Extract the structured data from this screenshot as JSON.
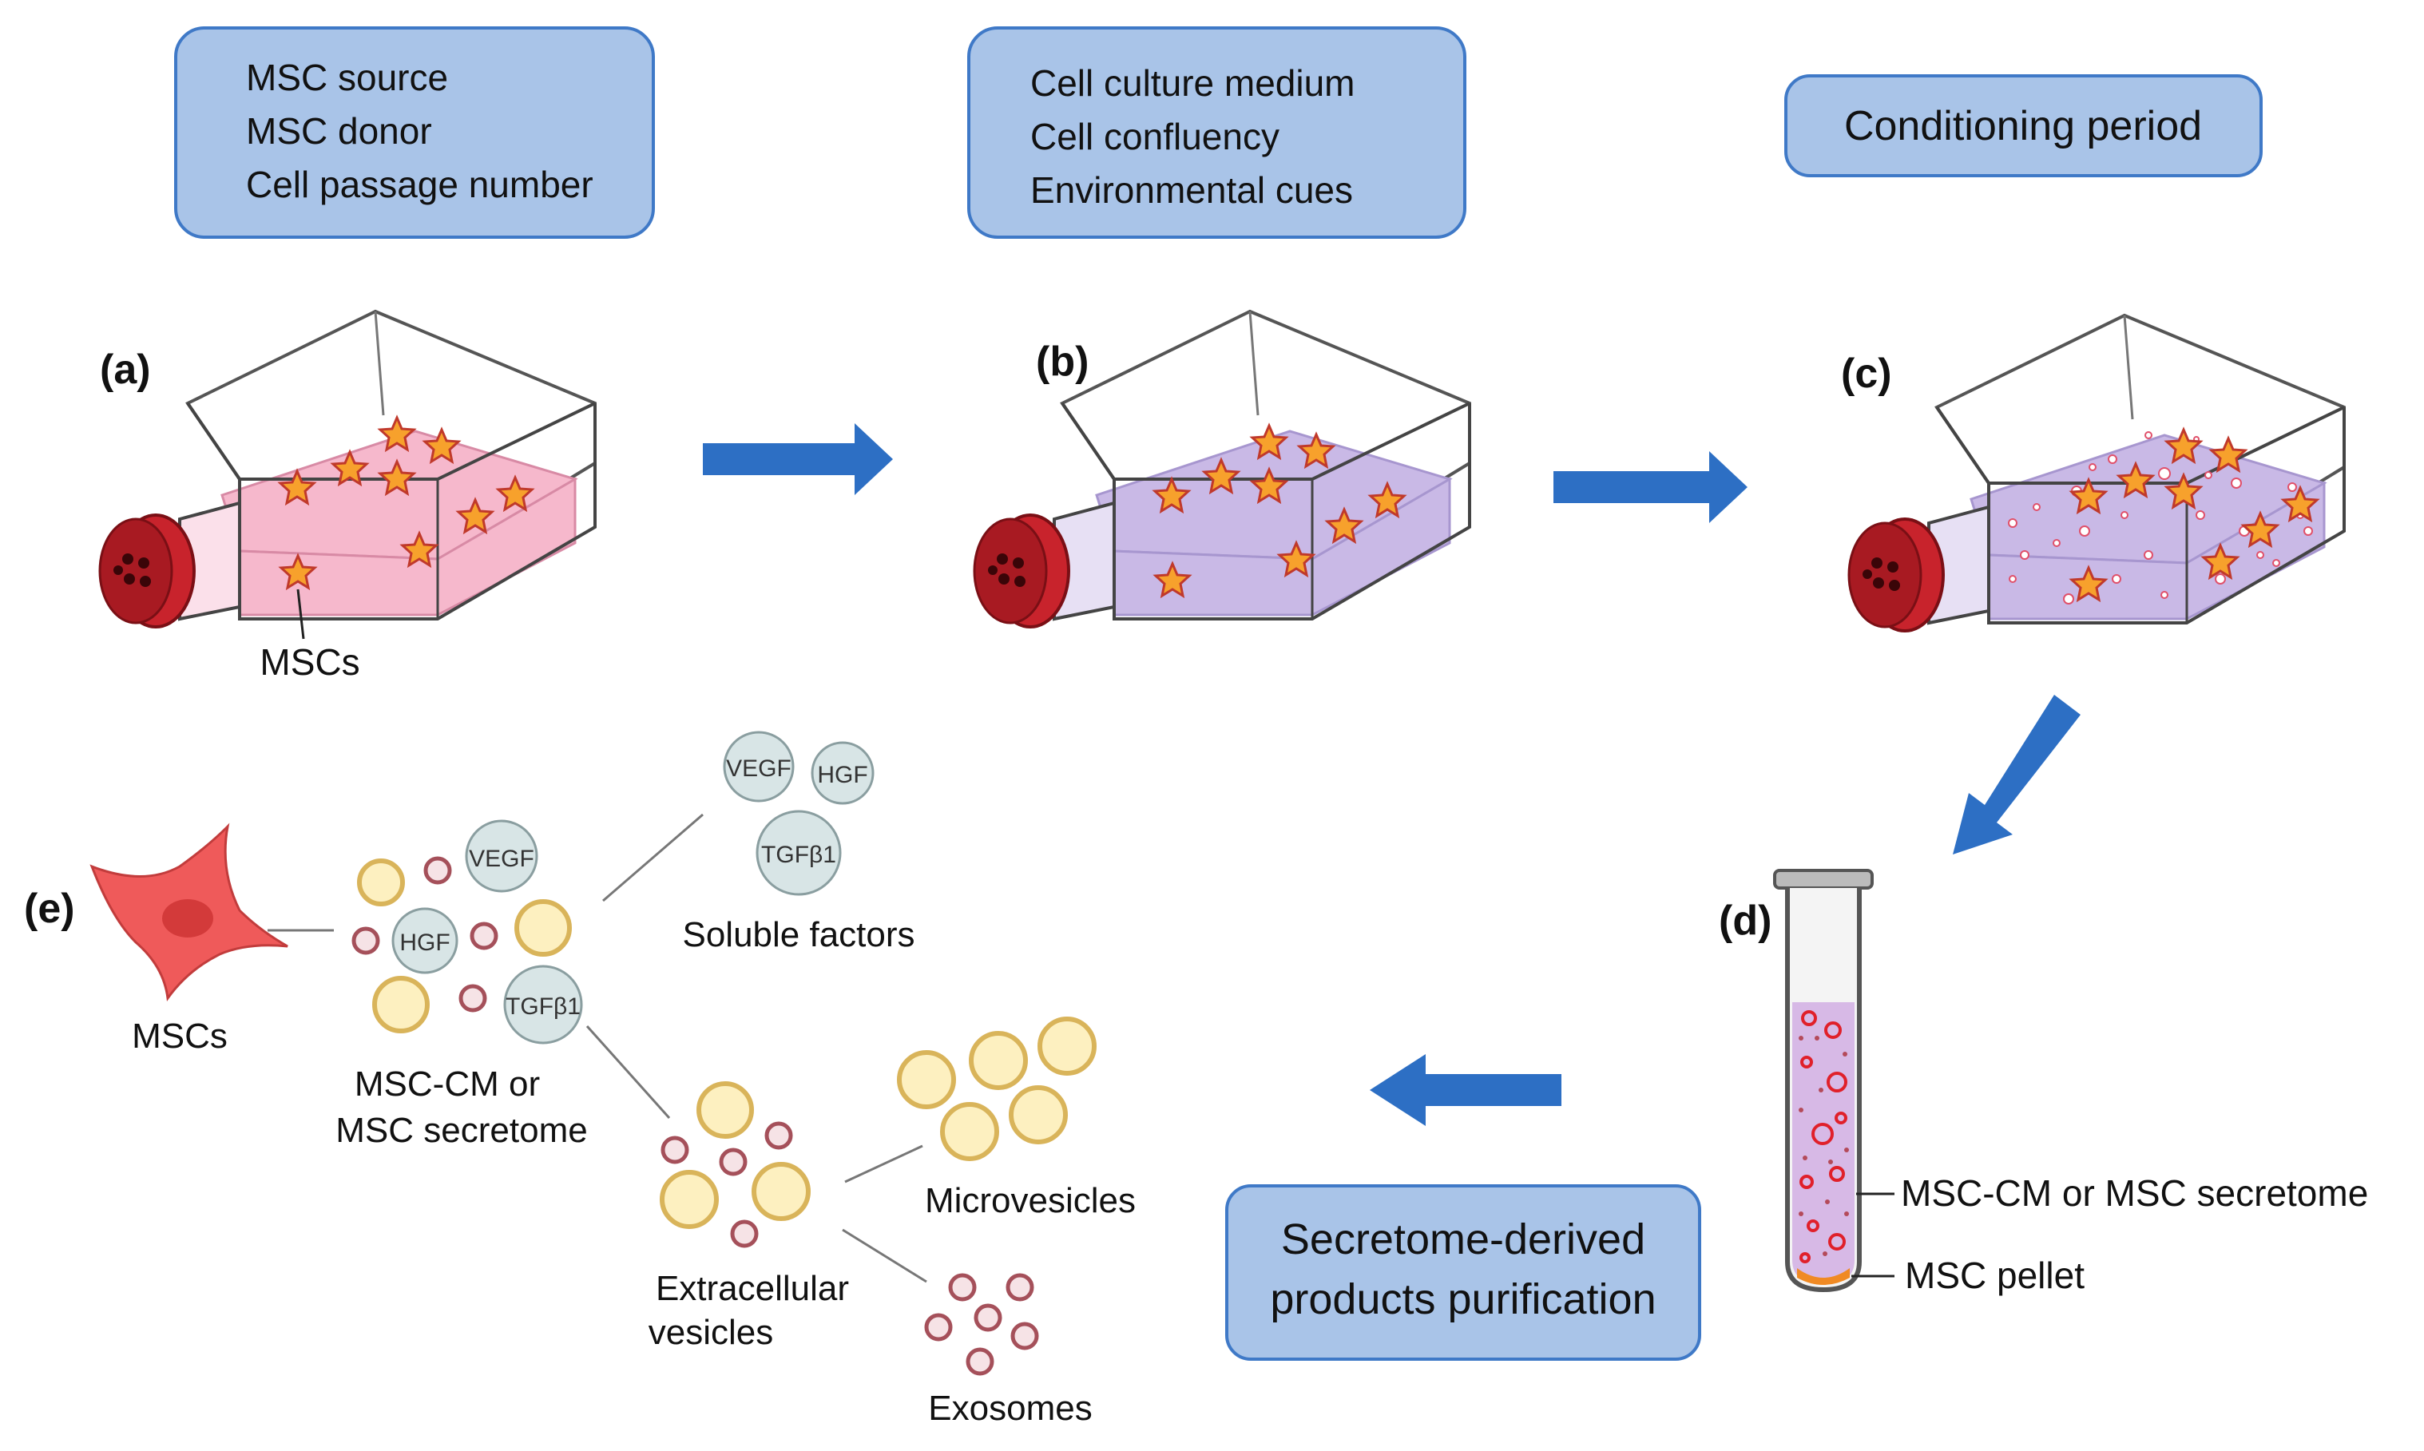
{
  "colors": {
    "box_fill": "#a9c4e8",
    "box_stroke": "#3f79c7",
    "arrow": "#2d6fc4",
    "medium_a": "#f6b8cc",
    "medium_bc": "#c9b9e6",
    "cap": "#c8232c",
    "star_fill": "#f7a12c",
    "star_stroke": "#c0392b",
    "protein_fill": "#d8e5e6",
    "vesicle_fill": "#fdf0c0",
    "vesicle_stroke": "#d9b45a",
    "exo_stroke": "#a5505a",
    "msc_cell": "#ef5a5a"
  },
  "boxes": {
    "source": [
      "MSC source",
      "MSC donor",
      "Cell passage number"
    ],
    "culture": [
      "Cell culture medium",
      "Cell confluency",
      "Environmental cues"
    ],
    "conditioning": "Conditioning period",
    "purification": [
      "Secretome-derived",
      "products purification"
    ]
  },
  "panels": {
    "a": "(a)",
    "b": "(b)",
    "c": "(c)",
    "d": "(d)",
    "e": "(e)"
  },
  "labels": {
    "mscs_flask": "MSCs",
    "mscs_cell": "MSCs",
    "secretome_1": "MSC-CM or",
    "secretome_2": "MSC secretome",
    "soluble": "Soluble factors",
    "ev_1": "Extracellular",
    "ev_2": "vesicles",
    "microvesicles": "Microvesicles",
    "exosomes": "Exosomes",
    "tube_secretome": "MSC-CM or MSC secretome",
    "tube_pellet": "MSC pellet"
  },
  "proteins": {
    "vegf": "VEGF",
    "hgf": "HGF",
    "tgf": "TGFβ1"
  }
}
